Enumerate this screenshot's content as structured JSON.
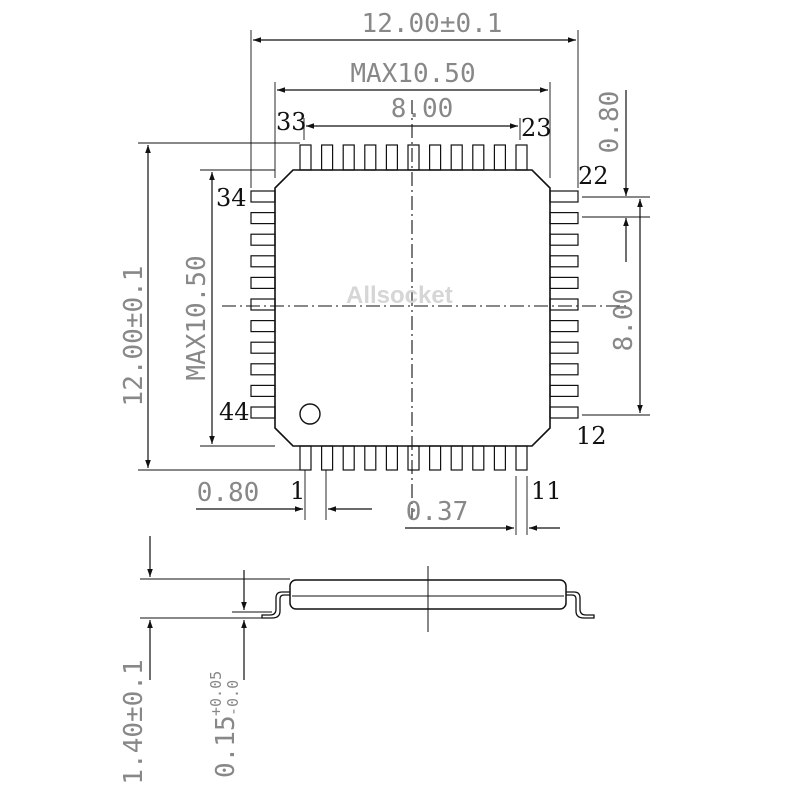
{
  "top_view": {
    "body_width": "12.00±0.1",
    "body_height": "12.00±0.1",
    "max_width": "MAX10.50",
    "max_height": "MAX10.50",
    "pin_span_top": "8.00",
    "pin_span_right": "8.00",
    "pitch_left": "0.80",
    "pitch_right": "0.80",
    "lead_width": "0.37",
    "pin_labels": {
      "p1": "1",
      "p11": "11",
      "p12": "12",
      "p22": "22",
      "p23": "23",
      "p33": "33",
      "p34": "34",
      "p44": "44"
    },
    "watermark": "Allsocket"
  },
  "side_view": {
    "height": "1.40±0.1",
    "standoff_base": "0.15",
    "standoff_upper": "+0.05",
    "standoff_lower": "-0.0"
  }
}
